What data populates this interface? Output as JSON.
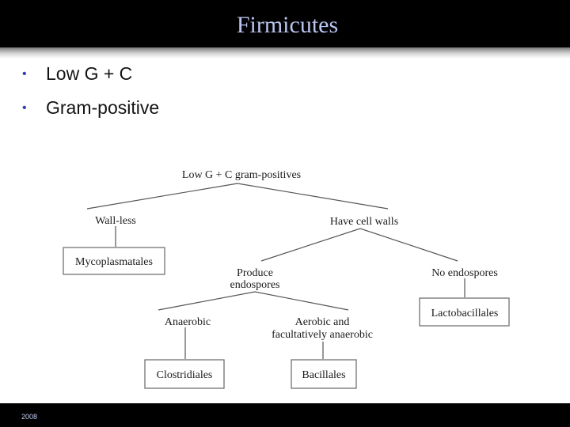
{
  "slide": {
    "title": "Firmicutes",
    "bullets": [
      "Low G + C",
      "Gram-positive"
    ],
    "footer_year": "2008",
    "bullet_color": "#3040b0",
    "title_color": "#b9c4f0"
  },
  "tree": {
    "root": "Low G + C gram-positives",
    "wall_less": "Wall-less",
    "have_cell_walls": "Have cell walls",
    "mycoplasmatales": "Mycoplasmatales",
    "produce_endospores_1": "Produce",
    "produce_endospores_2": "endospores",
    "no_endospores": "No endospores",
    "lactobacillales": "Lactobacillales",
    "anaerobic": "Anaerobic",
    "aerobic_1": "Aerobic and",
    "aerobic_2": "facultatively anaerobic",
    "clostridiales": "Clostridiales",
    "bacillales": "Bacillales"
  }
}
